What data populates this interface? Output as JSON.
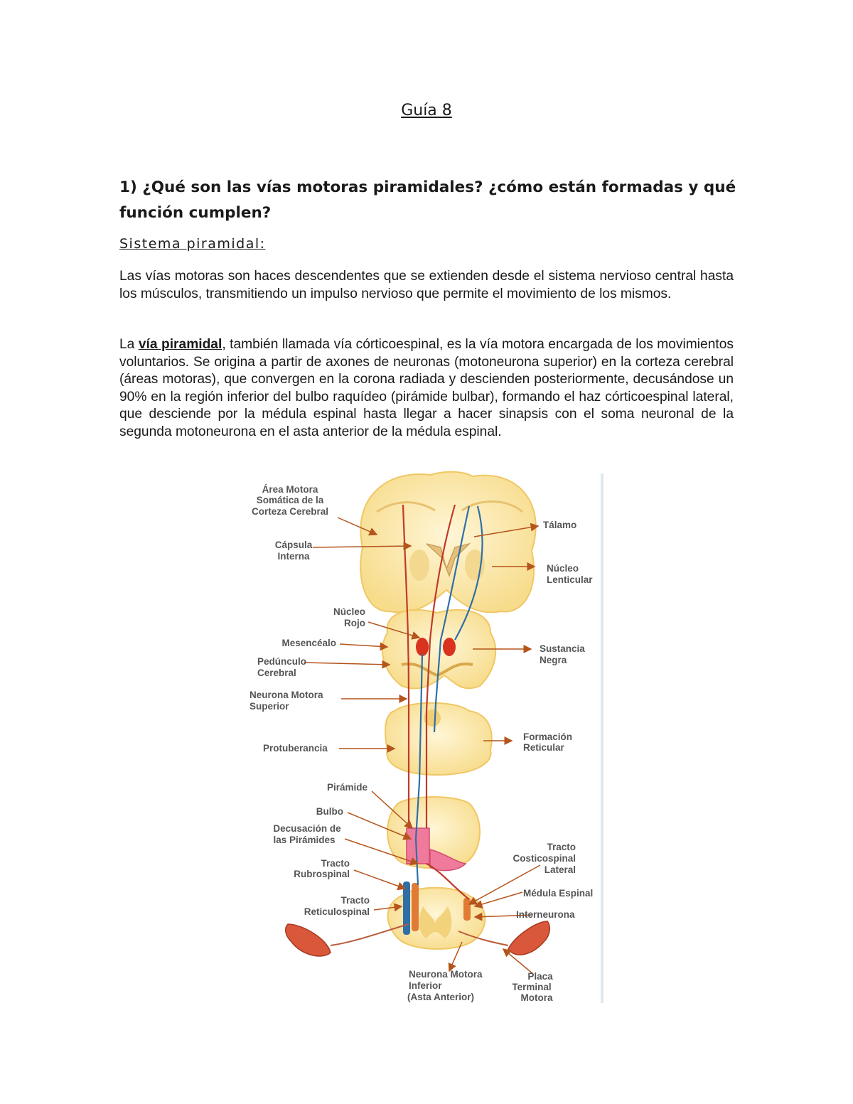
{
  "document": {
    "title": "Guía 8",
    "question": "1) ¿Qué son las vías motoras piramidales? ¿cómo están formadas y qué función cumplen?",
    "subheading": "Sistema piramidal:",
    "paragraph1": "Las vías motoras son haces descendentes que se extienden desde el sistema nervioso central hasta los músculos, transmitiendo un impulso nervioso que permite el movimiento de los mismos.",
    "paragraph2": {
      "start": "La ",
      "emphasis": "vía piramidal",
      "rest": ", también llamada vía córticoespinal, es la vía motora encargada de los movimientos voluntarios. Se origina a partir de axones de neuronas (motoneurona superior) en la corteza cerebral (áreas motoras), que convergen en la corona radiada y descienden posteriormente, decusándose un 90% en la región inferior del bulbo raquídeo (pirámide bulbar), formando el haz córticoespinal lateral, que desciende por la médula espinal hasta llegar a hacer sinapsis con el soma neuronal de la segunda motoneurona en el asta anterior de la médula espinal."
    }
  },
  "figure": {
    "labels": {
      "area_motora": [
        "Área Motora",
        "Somática de la",
        "Corteza Cerebral"
      ],
      "capsula": [
        "Cápsula",
        "Interna"
      ],
      "nucleo_rojo": [
        "Núcleo",
        "Rojo"
      ],
      "mesencefalo": [
        "Mesencéalo"
      ],
      "pedunculo": [
        "Pedúnculo",
        "Cerebral"
      ],
      "neurona_superior": [
        "Neurona Motora",
        "Superior"
      ],
      "protuberancia": [
        "Protuberancia"
      ],
      "piramide": [
        "Pirámide"
      ],
      "bulbo": [
        "Bulbo"
      ],
      "decusacion": [
        "Decusación de",
        "las Pirámides"
      ],
      "rubrospinal": [
        "Tracto",
        "Rubrospinal"
      ],
      "reticulospinal": [
        "Tracto",
        "Reticulospinal"
      ],
      "talamo": [
        "Tálamo"
      ],
      "nucleo_lenticular": [
        "Núcleo",
        "Lenticular"
      ],
      "sustancia_negra": [
        "Sustancia",
        "Negra"
      ],
      "formacion_reticular": [
        "Formación",
        "Reticular"
      ],
      "corticospinal": [
        "Tracto",
        "Costicospinal",
        "Lateral"
      ],
      "medula": [
        "Médula  Espinal"
      ],
      "interneurona": [
        "Interneurona"
      ],
      "neurona_inferior": [
        "Neurona Motora",
        "Inferior",
        "(Asta Anterior)"
      ],
      "placa": [
        "Placa",
        "Terminal",
        "Motora"
      ]
    },
    "colors": {
      "tissue": "#fbe8a8",
      "tissue_edge": "#f3d37a",
      "motor_tract": "#c0392b",
      "rubro_tract": "#2f6fa8",
      "pyramid": "#f07a9c",
      "muscle": "#d9573a",
      "label_text": "#555555"
    }
  }
}
